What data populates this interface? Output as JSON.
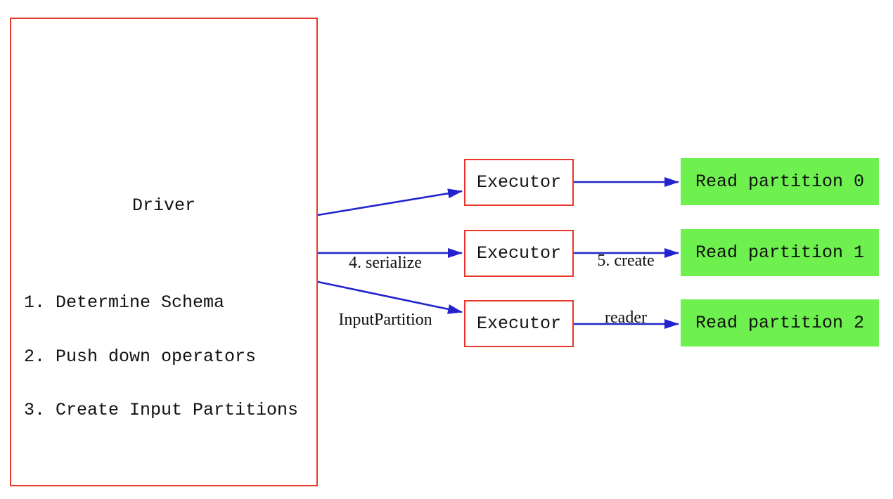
{
  "diagram": {
    "driver": {
      "title": "Driver",
      "steps": [
        "1. Determine Schema",
        "2. Push down operators",
        "3. Create Input Partitions"
      ]
    },
    "executors": [
      {
        "label": "Executor"
      },
      {
        "label": "Executor"
      },
      {
        "label": "Executor"
      }
    ],
    "partitions": [
      {
        "label": "Read partition 0"
      },
      {
        "label": "Read partition 1"
      },
      {
        "label": "Read partition 2"
      }
    ],
    "edge_labels": {
      "serialize_line1": "4. serialize",
      "serialize_line2": "InputPartition",
      "create_line1": "5. create",
      "create_line2": "reader"
    },
    "colors": {
      "box_border_red": "#e8382a",
      "arrow_blue": "#2323cd",
      "partition_green": "#6ef04e",
      "text_black": "#111111"
    }
  }
}
